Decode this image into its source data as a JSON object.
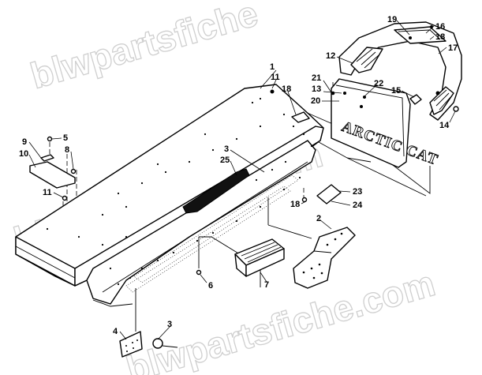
{
  "watermark": {
    "text_1": "blwpartsfiche",
    "text_2": "blwpartsfiche.com",
    "text_3": "blwpartsfiche.com"
  },
  "flap_lettering": "ARCTIC CAT",
  "callouts": [
    {
      "id": "c1",
      "label": "1"
    },
    {
      "id": "c11a",
      "label": "11"
    },
    {
      "id": "c18a",
      "label": "18"
    },
    {
      "id": "c21",
      "label": "21"
    },
    {
      "id": "c13",
      "label": "13"
    },
    {
      "id": "c12",
      "label": "12"
    },
    {
      "id": "c19",
      "label": "19"
    },
    {
      "id": "c16",
      "label": "16"
    },
    {
      "id": "c18b",
      "label": "18"
    },
    {
      "id": "c17",
      "label": "17"
    },
    {
      "id": "c22",
      "label": "22"
    },
    {
      "id": "c20",
      "label": "20"
    },
    {
      "id": "c15",
      "label": "15"
    },
    {
      "id": "c14",
      "label": "14"
    },
    {
      "id": "c9",
      "label": "9"
    },
    {
      "id": "c5",
      "label": "5"
    },
    {
      "id": "c10",
      "label": "10"
    },
    {
      "id": "c8",
      "label": "8"
    },
    {
      "id": "c11b",
      "label": "11"
    },
    {
      "id": "c3a",
      "label": "3"
    },
    {
      "id": "c25",
      "label": "25"
    },
    {
      "id": "c23",
      "label": "23"
    },
    {
      "id": "c18c",
      "label": "18"
    },
    {
      "id": "c24",
      "label": "24"
    },
    {
      "id": "c2",
      "label": "2"
    },
    {
      "id": "c6",
      "label": "6"
    },
    {
      "id": "c7",
      "label": "7"
    },
    {
      "id": "c4",
      "label": "4"
    },
    {
      "id": "c3b",
      "label": "3"
    }
  ]
}
